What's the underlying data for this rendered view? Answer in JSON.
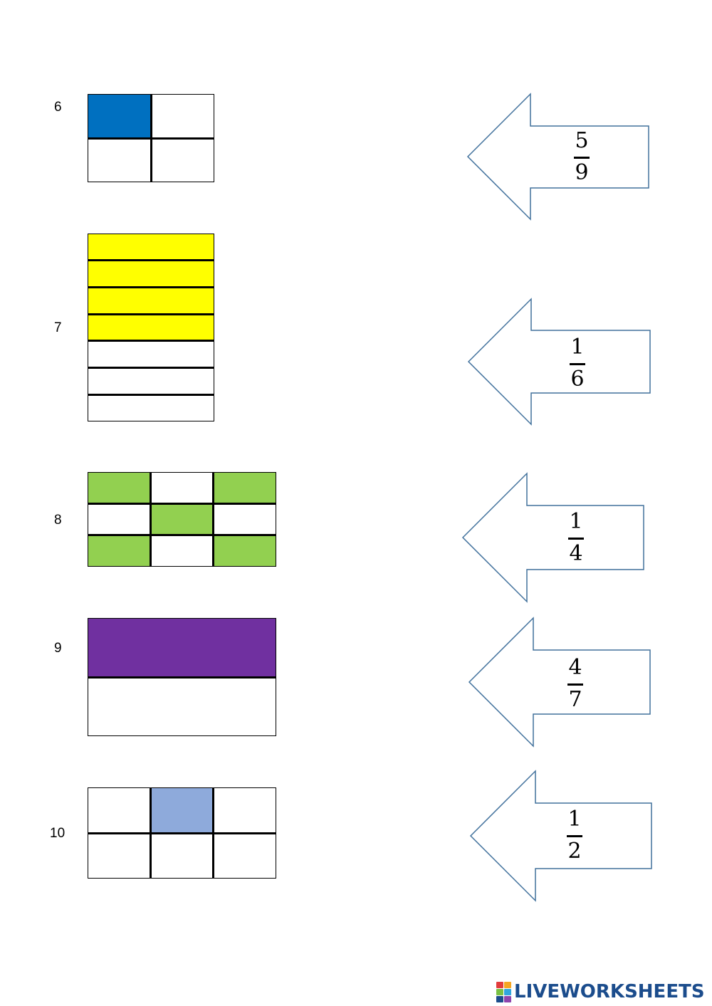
{
  "questions": [
    {
      "number": "6",
      "rows": 2,
      "cols": 2,
      "shaded_cells": [
        0
      ],
      "shade_color": "#0070c0"
    },
    {
      "number": "7",
      "rows": 7,
      "cols": 1,
      "shaded_cells": [
        0,
        1,
        2,
        3
      ],
      "shade_color": "#ffff00"
    },
    {
      "number": "8",
      "rows": 3,
      "cols": 3,
      "shaded_cells": [
        0,
        2,
        4,
        6,
        8
      ],
      "shade_color": "#92d050"
    },
    {
      "number": "9",
      "rows": 2,
      "cols": 1,
      "shaded_cells": [
        0
      ],
      "shade_color": "#7030a0"
    },
    {
      "number": "10",
      "rows": 2,
      "cols": 3,
      "shaded_cells": [
        1
      ],
      "shade_color": "#8eaadb"
    }
  ],
  "answers": [
    {
      "numerator": "5",
      "denominator": "9"
    },
    {
      "numerator": "1",
      "denominator": "6"
    },
    {
      "numerator": "1",
      "denominator": "4"
    },
    {
      "numerator": "4",
      "denominator": "7"
    },
    {
      "numerator": "1",
      "denominator": "2"
    }
  ],
  "arrow_color": "#41719c",
  "brand": {
    "name": "LIVEWORKSHEETS",
    "color": "#1b4c8c",
    "icon": "liveworksheets-logo-icon"
  }
}
